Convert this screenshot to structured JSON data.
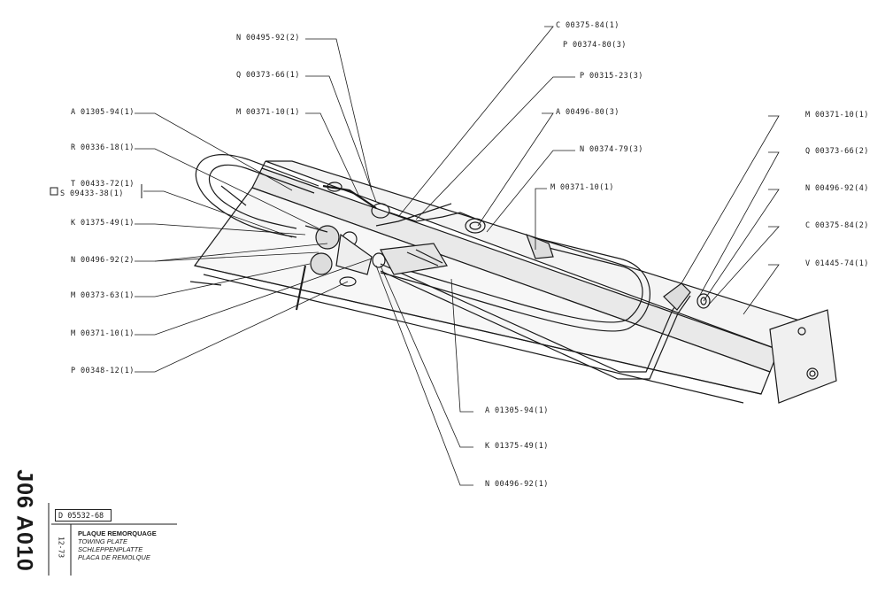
{
  "sheet": {
    "code": "J06 A010",
    "reference": "D 05532-68",
    "date": "12-73",
    "titles": [
      "PLAQUE REMORQUAGE",
      "TOWING PLATE",
      "SCHLEPPENPLATTE",
      "PLACA DE REMOLQUE"
    ]
  },
  "callouts": [
    {
      "id": "c1",
      "label": "N 00495-92(2)"
    },
    {
      "id": "c2",
      "label": "Q 00373-66(1)"
    },
    {
      "id": "c3",
      "label": "M 00371-10(1)"
    },
    {
      "id": "c4",
      "label": "A 01305-94(1)"
    },
    {
      "id": "c5",
      "label": "R 00336-18(1)"
    },
    {
      "id": "c6",
      "label": "T 00433-72(1)"
    },
    {
      "id": "c7",
      "label": "S 09433-38(1)"
    },
    {
      "id": "c8",
      "label": "K 01375-49(1)"
    },
    {
      "id": "c9",
      "label": "N 00496-92(2)"
    },
    {
      "id": "c10",
      "label": "M 00373-63(1)"
    },
    {
      "id": "c11",
      "label": "M 00371-10(1)"
    },
    {
      "id": "c12",
      "label": "P 00348-12(1)"
    },
    {
      "id": "c13",
      "label": "C 00375-84(1)"
    },
    {
      "id": "c14",
      "label": "P 00374-80(3)"
    },
    {
      "id": "c15",
      "label": "P 00315-23(3)"
    },
    {
      "id": "c16",
      "label": "A 00496-80(3)"
    },
    {
      "id": "c17",
      "label": "N 00374-79(3)"
    },
    {
      "id": "c18",
      "label": "M 00371-10(1)"
    },
    {
      "id": "c19",
      "label": "M 00371-10(1)"
    },
    {
      "id": "c20",
      "label": "Q 00373-66(2)"
    },
    {
      "id": "c21",
      "label": "N 00496-92(4)"
    },
    {
      "id": "c22",
      "label": "C 00375-84(2)"
    },
    {
      "id": "c23",
      "label": "V 01445-74(1)"
    },
    {
      "id": "c24",
      "label": "A 01305-94(1)"
    },
    {
      "id": "c25",
      "label": "K 01375-49(1)"
    },
    {
      "id": "c26",
      "label": "N 00496-92(1)"
    }
  ]
}
